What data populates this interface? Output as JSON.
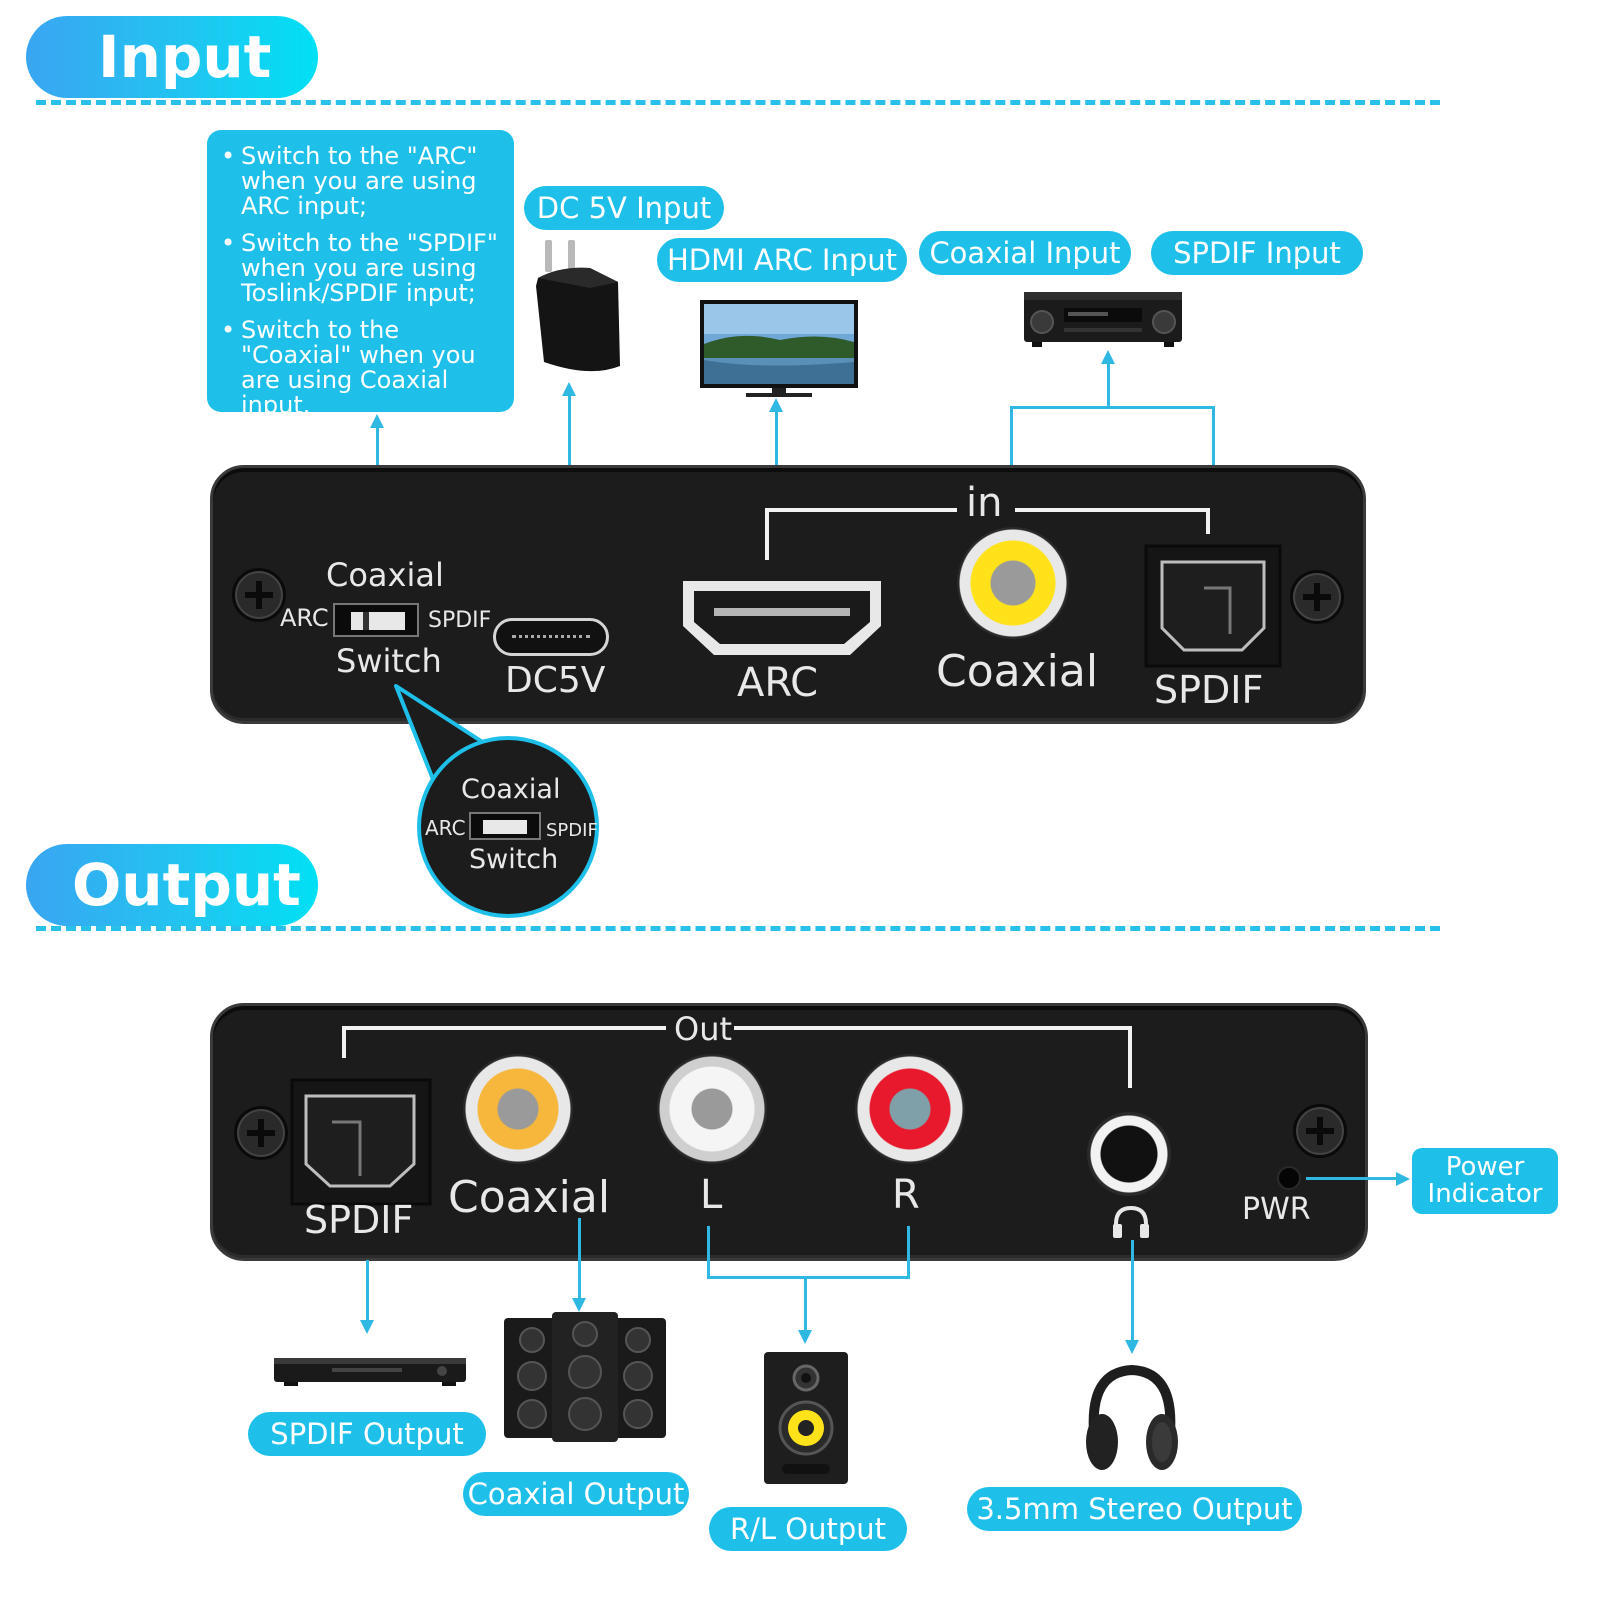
{
  "input_section": {
    "title": "Input",
    "info_box": {
      "items": [
        "Switch to the \"ARC\" when you are using ARC input;",
        "Switch to the \"SPDIF\" when you are using Toslink/SPDIF input;",
        "Switch to the \"Coaxial\" when you are using Coaxial input."
      ]
    },
    "labels": {
      "dc_input": "DC 5V Input",
      "hdmi_arc_input": "HDMI ARC Input",
      "coaxial_input": "Coaxial Input",
      "spdif_input": "SPDIF Input"
    },
    "panel": {
      "in_label": "in",
      "switch_top": "Coaxial",
      "switch_left": "ARC",
      "switch_right": "SPDIF",
      "switch_bottom": "Switch",
      "dc_port": "DC5V",
      "arc_port": "ARC",
      "coaxial_port": "Coaxial",
      "spdif_port": "SPDIF"
    },
    "zoom": {
      "top": "Coaxial",
      "left": "ARC",
      "right": "SPDIF",
      "bottom": "Switch"
    }
  },
  "output_section": {
    "title": "Output",
    "panel": {
      "out_label": "Out",
      "spdif_port": "SPDIF",
      "coaxial_port": "Coaxial",
      "left_port": "L",
      "right_port": "R",
      "pwr_label": "PWR"
    },
    "labels": {
      "power_indicator": "Power Indicator",
      "spdif_output": "SPDIF Output",
      "coaxial_output": "Coaxial Output",
      "rl_output": "R/L Output",
      "stereo_output": "3.5mm Stereo Output"
    }
  },
  "colors": {
    "accent": "#1ec0ea",
    "panel": "#1c1c1c",
    "rca_yellow": "#ffe21a",
    "rca_orange": "#f6b73c",
    "rca_white": "#f5f5f5",
    "rca_red": "#e8192c"
  },
  "icons": [
    "power-adapter-icon",
    "tv-icon",
    "av-receiver-icon",
    "dvd-player-icon",
    "speakers-icon",
    "bookshelf-speaker-icon",
    "headphones-icon",
    "headphone-jack-icon"
  ]
}
